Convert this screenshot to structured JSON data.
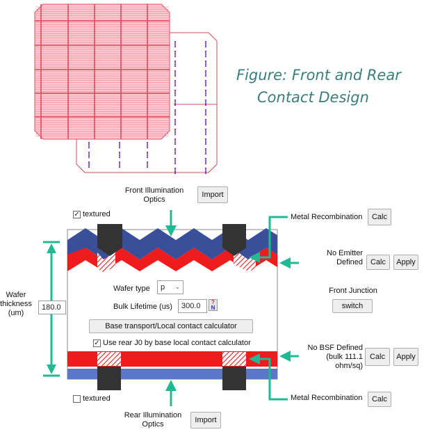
{
  "caption": {
    "line1": "Figure: Front and Rear",
    "line2": "Contact Design"
  },
  "front_optics": {
    "label_line1": "Front Illumination",
    "label_line2": "Optics",
    "import_label": "Import"
  },
  "rear_optics": {
    "label_line1": "Rear Illumination",
    "label_line2": "Optics",
    "import_label": "Import"
  },
  "front_textured": {
    "label": "textured",
    "checked": true
  },
  "rear_textured": {
    "label": "textured",
    "checked": false
  },
  "wafer": {
    "label_line1": "Wafer",
    "label_line2": "thickness",
    "label_line3": "(um)",
    "value": "180.0"
  },
  "wafer_type": {
    "label": "Wafer type",
    "value": "p"
  },
  "bulk_lifetime": {
    "label": "Bulk Lifetime (us)",
    "value": "300.0",
    "help_top": "?",
    "help_bottom": "N"
  },
  "base_calc": {
    "label": "Base transport/Local contact calculator"
  },
  "rear_j0": {
    "label": "Use rear J0 by base local contact calculator",
    "checked": true
  },
  "metal_recomb_front": {
    "label": "Metal Recombination",
    "button": "Calc"
  },
  "emitter": {
    "label_line1": "No Emitter",
    "label_line2": "Defined",
    "calc": "Calc",
    "apply": "Apply"
  },
  "front_junction": {
    "label": "Front Junction",
    "button": "switch"
  },
  "bsf": {
    "label_line1": "No BSF Defined",
    "label_line2": "(bulk 111.1",
    "label_line3": "ohm/sq)",
    "calc": "Calc",
    "apply": "Apply"
  },
  "metal_recomb_rear": {
    "label": "Metal Recombination",
    "button": "Calc"
  },
  "colors": {
    "front_grid": "#e0485a",
    "front_fill": "#fbc8d0",
    "rear_dots": "#6a2fd0",
    "emitter_red": "#ee1c1c",
    "front_blue": "#3a4f9a",
    "rear_blue": "#5b78c8",
    "contact_dark": "#333333",
    "arrow": "#1fb993"
  }
}
